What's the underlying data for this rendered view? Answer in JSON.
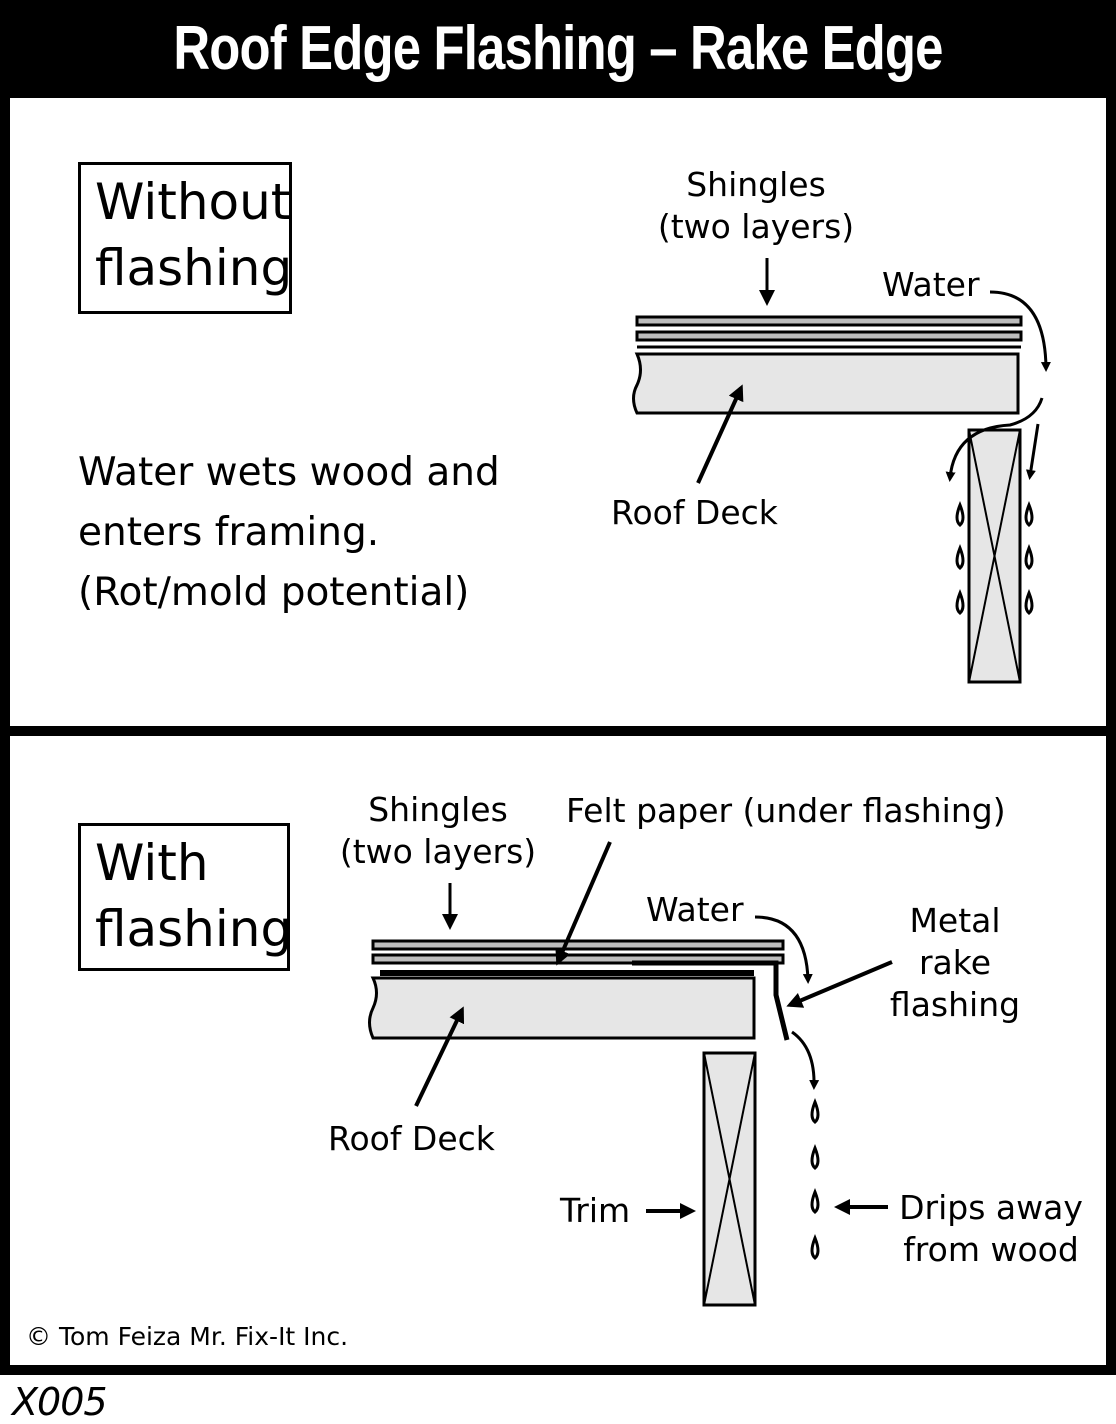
{
  "title": "Roof Edge Flashing – Rake Edge",
  "top_panel": {
    "tag": [
      "Without",
      "flashing"
    ],
    "description": [
      "Water wets wood and",
      "enters framing.",
      "(Rot/mold potential)"
    ],
    "labels": {
      "shingles": [
        "Shingles",
        "(two layers)"
      ],
      "water": "Water",
      "roof_deck": "Roof Deck"
    }
  },
  "bottom_panel": {
    "tag": [
      "With",
      "flashing"
    ],
    "labels": {
      "shingles": [
        "Shingles",
        "(two layers)"
      ],
      "felt_paper": "Felt paper (under flashing)",
      "water": "Water",
      "metal_flashing": [
        "Metal",
        "rake",
        "flashing"
      ],
      "roof_deck": "Roof Deck",
      "trim": "Trim",
      "drips": [
        "Drips away",
        "from wood"
      ]
    }
  },
  "copyright": "© Tom Feiza Mr. Fix-It Inc.",
  "code": "X005",
  "colors": {
    "background": "#ffffff",
    "ink": "#000000",
    "wood_fill": "#e6e6e6",
    "shingle_fill": "#bdbdbd"
  }
}
